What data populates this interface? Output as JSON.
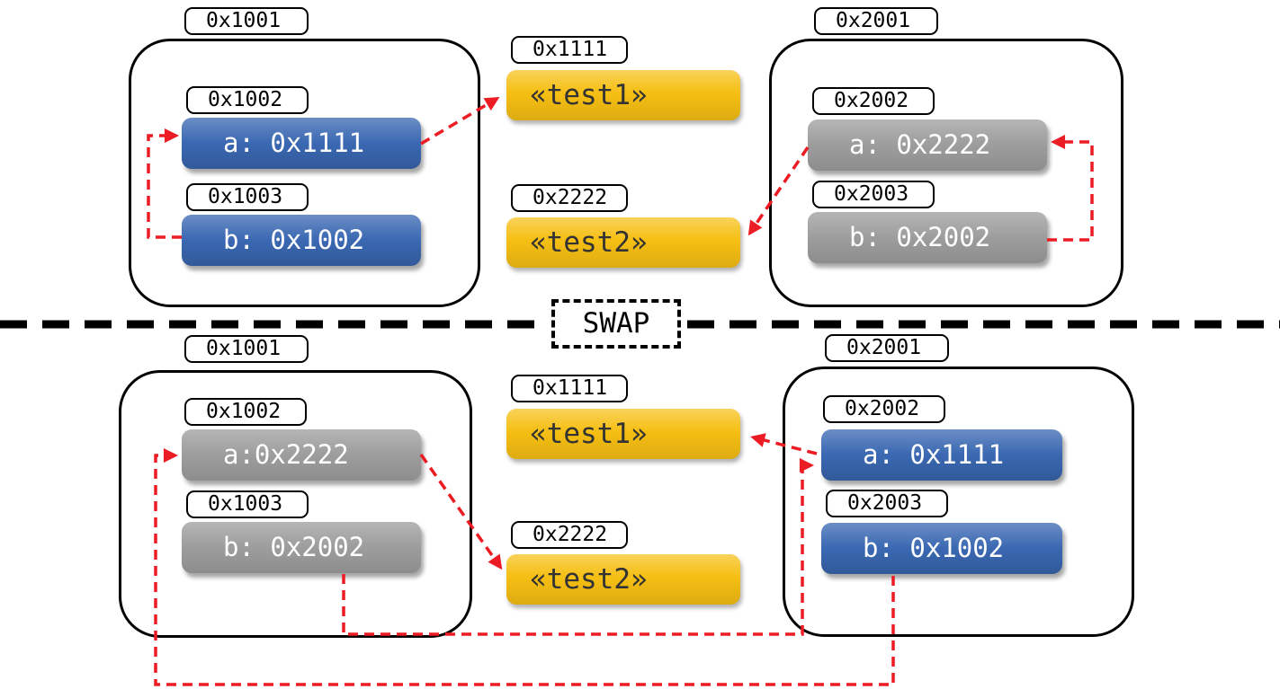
{
  "colors": {
    "blue": "#3a68b2",
    "gray": "#9d9d9d",
    "yellow": "#f6bf13",
    "red": "#ec1c24"
  },
  "swap": {
    "label": "SWAP"
  },
  "before": {
    "frame1": {
      "address": "0x1001",
      "slot_a": {
        "address": "0x1002",
        "value": "a: 0x1111"
      },
      "slot_b": {
        "address": "0x1003",
        "value": "b: 0x1002"
      }
    },
    "frame2": {
      "address": "0x2001",
      "slot_a": {
        "address": "0x2002",
        "value": "a: 0x2222"
      },
      "slot_b": {
        "address": "0x2003",
        "value": "b: 0x2002"
      }
    },
    "string1": {
      "address": "0x1111",
      "value": "«test1»"
    },
    "string2": {
      "address": "0x2222",
      "value": "«test2»"
    }
  },
  "after": {
    "frame1": {
      "address": "0x1001",
      "slot_a": {
        "address": "0x1002",
        "value": "a:0x2222"
      },
      "slot_b": {
        "address": "0x1003",
        "value": "b: 0x2002"
      }
    },
    "frame2": {
      "address": "0x2001",
      "slot_a": {
        "address": "0x2002",
        "value": "a: 0x1111"
      },
      "slot_b": {
        "address": "0x2003",
        "value": "b: 0x1002"
      }
    },
    "string1": {
      "address": "0x1111",
      "value": "«test1»"
    },
    "string2": {
      "address": "0x2222",
      "value": "«test2»"
    }
  }
}
